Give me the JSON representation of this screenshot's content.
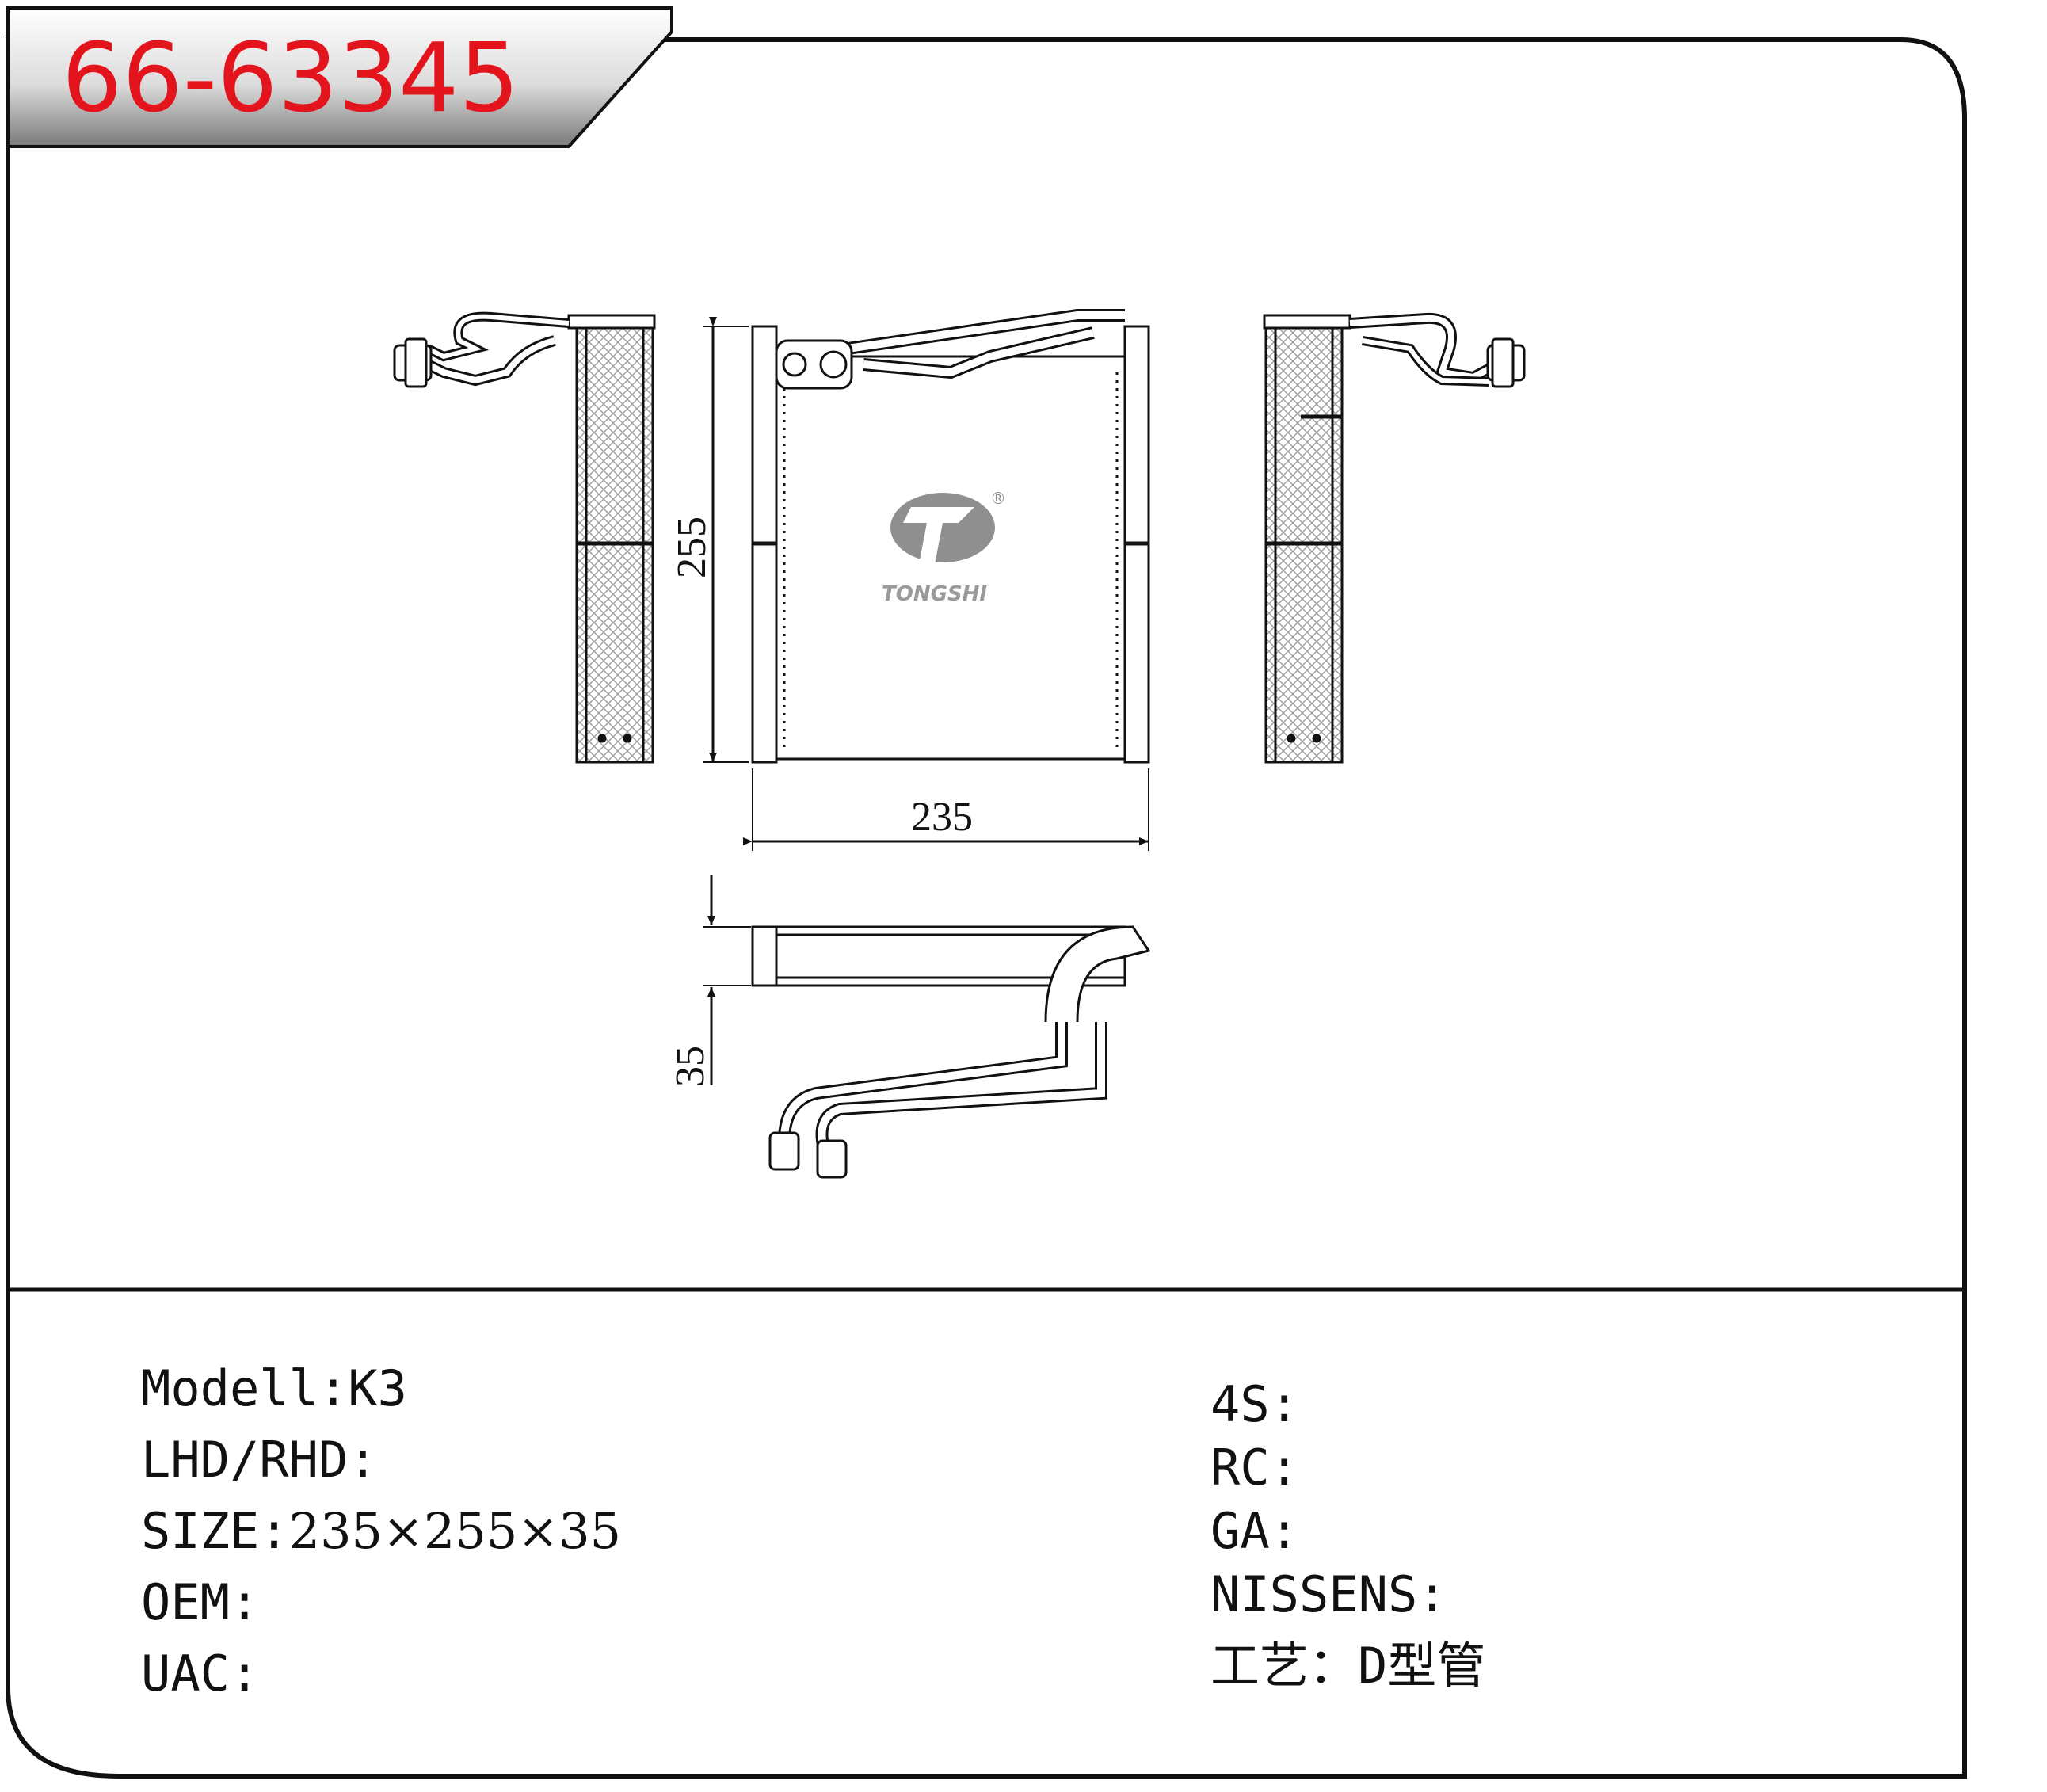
{
  "part_number": "66-63345",
  "brand_logo": {
    "text": "TONGSHI",
    "registered": "®",
    "color": "#8f8f8f"
  },
  "dimensions": {
    "height": "255",
    "width": "235",
    "depth": "35"
  },
  "specs_left": [
    {
      "label": "Model",
      "sep": "l:",
      "value": "K3"
    },
    {
      "label": "LHD/RHD",
      "sep": ":",
      "value": ""
    },
    {
      "label": "SIZE",
      "sep": ":",
      "value": "235×255×35"
    },
    {
      "label": "OEM",
      "sep": ":",
      "value": ""
    },
    {
      "label": "UAC",
      "sep": ":",
      "value": ""
    }
  ],
  "specs_right": [
    {
      "label": "4S",
      "sep": ":",
      "value": ""
    },
    {
      "label": "RC",
      "sep": ":",
      "value": ""
    },
    {
      "label": "GA",
      "sep": ":",
      "value": ""
    },
    {
      "label": "NISSENS",
      "sep": ":",
      "value": ""
    },
    {
      "label": "工艺",
      "sep": "：",
      "value": "D型管"
    }
  ],
  "colors": {
    "title": "#e4141d",
    "line": "#111111",
    "hatch": "#bdbdbd"
  }
}
